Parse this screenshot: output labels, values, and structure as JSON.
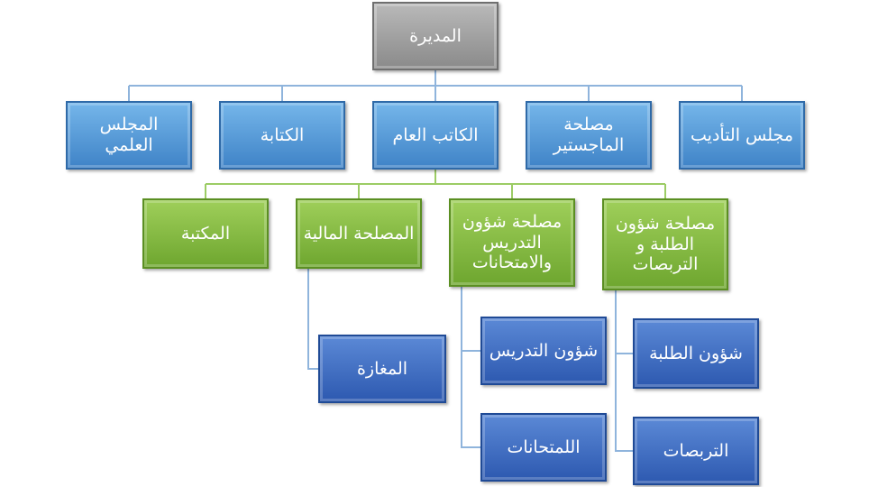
{
  "colors": {
    "root": "#9b9b9b",
    "level1": "#4f93d6",
    "level2": "#7cb342",
    "level3": "#3a67c0",
    "line_blue": "#8fb4dc",
    "line_green": "#9ccc65"
  },
  "nodes": {
    "root": "المديرة",
    "council_discipline": "مجلس التأديب",
    "masters_office": "مصلحة\nالماجستير",
    "secretary_general": "الكاتب العام",
    "secretariat": "الكتابة",
    "scientific_council": "المجلس العلمي",
    "student_affairs": "مصلحة شؤون\nالطلبة و\nالتربصات",
    "teaching_affairs": "مصلحة شؤون\nالتدريس\nوالامتحانات",
    "finance_office": "المصلحة المالية",
    "library": "المكتبة",
    "student_affairs_sub": "شؤون الطلبة",
    "internships": "التربصات",
    "teaching_sub": "شؤون التدريس",
    "exams": "اللمتحانات",
    "store": "المغازة"
  }
}
